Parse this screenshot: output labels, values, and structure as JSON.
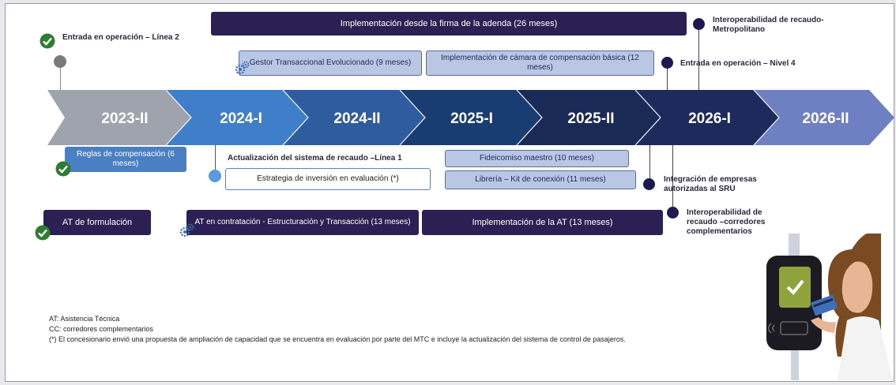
{
  "timeline": {
    "periods": [
      "2023-II",
      "2024-I",
      "2024-II",
      "2025-I",
      "2025-II",
      "2026-I",
      "2026-II"
    ],
    "colors": [
      "#9fa3ad",
      "#3f7ec9",
      "#2f5c9f",
      "#193c73",
      "#1a2a57",
      "#1e2a5b",
      "#6e7fc2"
    ]
  },
  "top": {
    "implementacion_adenda": "Implementación desde la firma de la adenda (26 meses)",
    "gestor": "Gestor Transaccional Evolucionado (9 meses)",
    "camara": "Implementación de cámara de compensación básica (12 meses)",
    "entrada_linea2": "Entrada en operación – Línea 2",
    "interop_metro": "Interoperabilidad de recaudo- Metropolitano",
    "entrada_nivel4": "Entrada en operación – Nivel 4"
  },
  "bottom": {
    "reglas": "Reglas de compensación (6 meses)",
    "actualizacion": "Actualización del sistema de recaudo –Línea 1",
    "estrategia": "Estrategia de inversión en evaluación (*)",
    "fideicomiso": "Fideicomiso maestro (10 meses)",
    "libreria": "Librería – Kit de conexión (11 meses)",
    "integracion": "Integración de empresas autorizadas al SRU",
    "at_formulacion": "AT de formulación",
    "at_contratacion": "AT en contratación - Estructuración y Transacción (13 meses)",
    "implementacion_at": "Implementación de la AT (13 meses)",
    "interop_cc": "Interoperabilidad de recaudo –corredores complementarios"
  },
  "legend": {
    "at": "AT: Asistencia Técnica",
    "cc": "CC: corredores complementarios",
    "note": "(*) El concesionario envió una propuesta de ampliación de capacidad que se encuentra en evaluación por parte del MTC e incluye la actualización del sistema de control de pasajeros."
  },
  "icons": {
    "check": "check-circle-icon",
    "gear": "gears-icon",
    "milestone": "milestone-dot-icon",
    "illustration": "payment-validator-illustration"
  },
  "accent": {
    "check": "#2e7d32",
    "dark": "#2b1f53",
    "dot": "#1e1a4d",
    "light_dot": "#5a9bdc",
    "grey_dot": "#7a7a7a"
  }
}
